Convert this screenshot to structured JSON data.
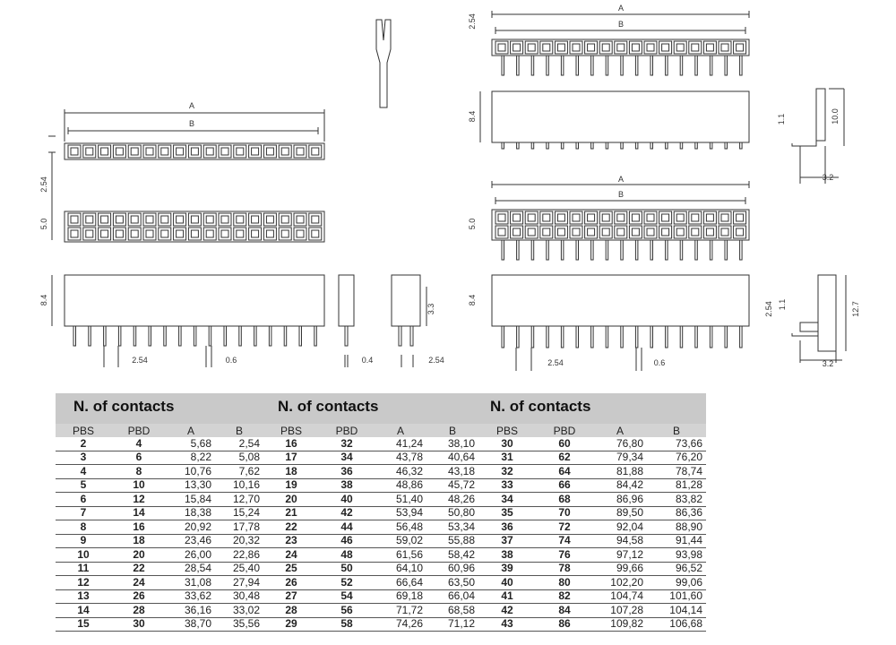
{
  "drawing": {
    "dim_a": "A",
    "dim_b": "B",
    "pitch": "2.54",
    "row_gap": "5.0",
    "height": "8.4",
    "pin_width": "0.6",
    "pin_side": "0.4",
    "side_h": "3.3",
    "ra_h1": "1.1",
    "ra_h10": "10.0",
    "ra_h127": "12.7",
    "ra_w": "3.2"
  },
  "table": {
    "group_title": "N. of contacts",
    "columns": [
      "PBS",
      "PBD",
      "A",
      "B",
      "PBS",
      "PBD",
      "A",
      "B",
      "PBS",
      "PBD",
      "A",
      "B"
    ],
    "rows": [
      [
        "2",
        "4",
        "5,68",
        "2,54",
        "16",
        "32",
        "41,24",
        "38,10",
        "30",
        "60",
        "76,80",
        "73,66"
      ],
      [
        "3",
        "6",
        "8,22",
        "5,08",
        "17",
        "34",
        "43,78",
        "40,64",
        "31",
        "62",
        "79,34",
        "76,20"
      ],
      [
        "4",
        "8",
        "10,76",
        "7,62",
        "18",
        "36",
        "46,32",
        "43,18",
        "32",
        "64",
        "81,88",
        "78,74"
      ],
      [
        "5",
        "10",
        "13,30",
        "10,16",
        "19",
        "38",
        "48,86",
        "45,72",
        "33",
        "66",
        "84,42",
        "81,28"
      ],
      [
        "6",
        "12",
        "15,84",
        "12,70",
        "20",
        "40",
        "51,40",
        "48,26",
        "34",
        "68",
        "86,96",
        "83,82"
      ],
      [
        "7",
        "14",
        "18,38",
        "15,24",
        "21",
        "42",
        "53,94",
        "50,80",
        "35",
        "70",
        "89,50",
        "86,36"
      ],
      [
        "8",
        "16",
        "20,92",
        "17,78",
        "22",
        "44",
        "56,48",
        "53,34",
        "36",
        "72",
        "92,04",
        "88,90"
      ],
      [
        "9",
        "18",
        "23,46",
        "20,32",
        "23",
        "46",
        "59,02",
        "55,88",
        "37",
        "74",
        "94,58",
        "91,44"
      ],
      [
        "10",
        "20",
        "26,00",
        "22,86",
        "24",
        "48",
        "61,56",
        "58,42",
        "38",
        "76",
        "97,12",
        "93,98"
      ],
      [
        "11",
        "22",
        "28,54",
        "25,40",
        "25",
        "50",
        "64,10",
        "60,96",
        "39",
        "78",
        "99,66",
        "96,52"
      ],
      [
        "12",
        "24",
        "31,08",
        "27,94",
        "26",
        "52",
        "66,64",
        "63,50",
        "40",
        "80",
        "102,20",
        "99,06"
      ],
      [
        "13",
        "26",
        "33,62",
        "30,48",
        "27",
        "54",
        "69,18",
        "66,04",
        "41",
        "82",
        "104,74",
        "101,60"
      ],
      [
        "14",
        "28",
        "36,16",
        "33,02",
        "28",
        "56",
        "71,72",
        "68,58",
        "42",
        "84",
        "107,28",
        "104,14"
      ],
      [
        "15",
        "30",
        "38,70",
        "35,56",
        "29",
        "58",
        "74,26",
        "71,12",
        "43",
        "86",
        "109,82",
        "106,68"
      ]
    ]
  }
}
